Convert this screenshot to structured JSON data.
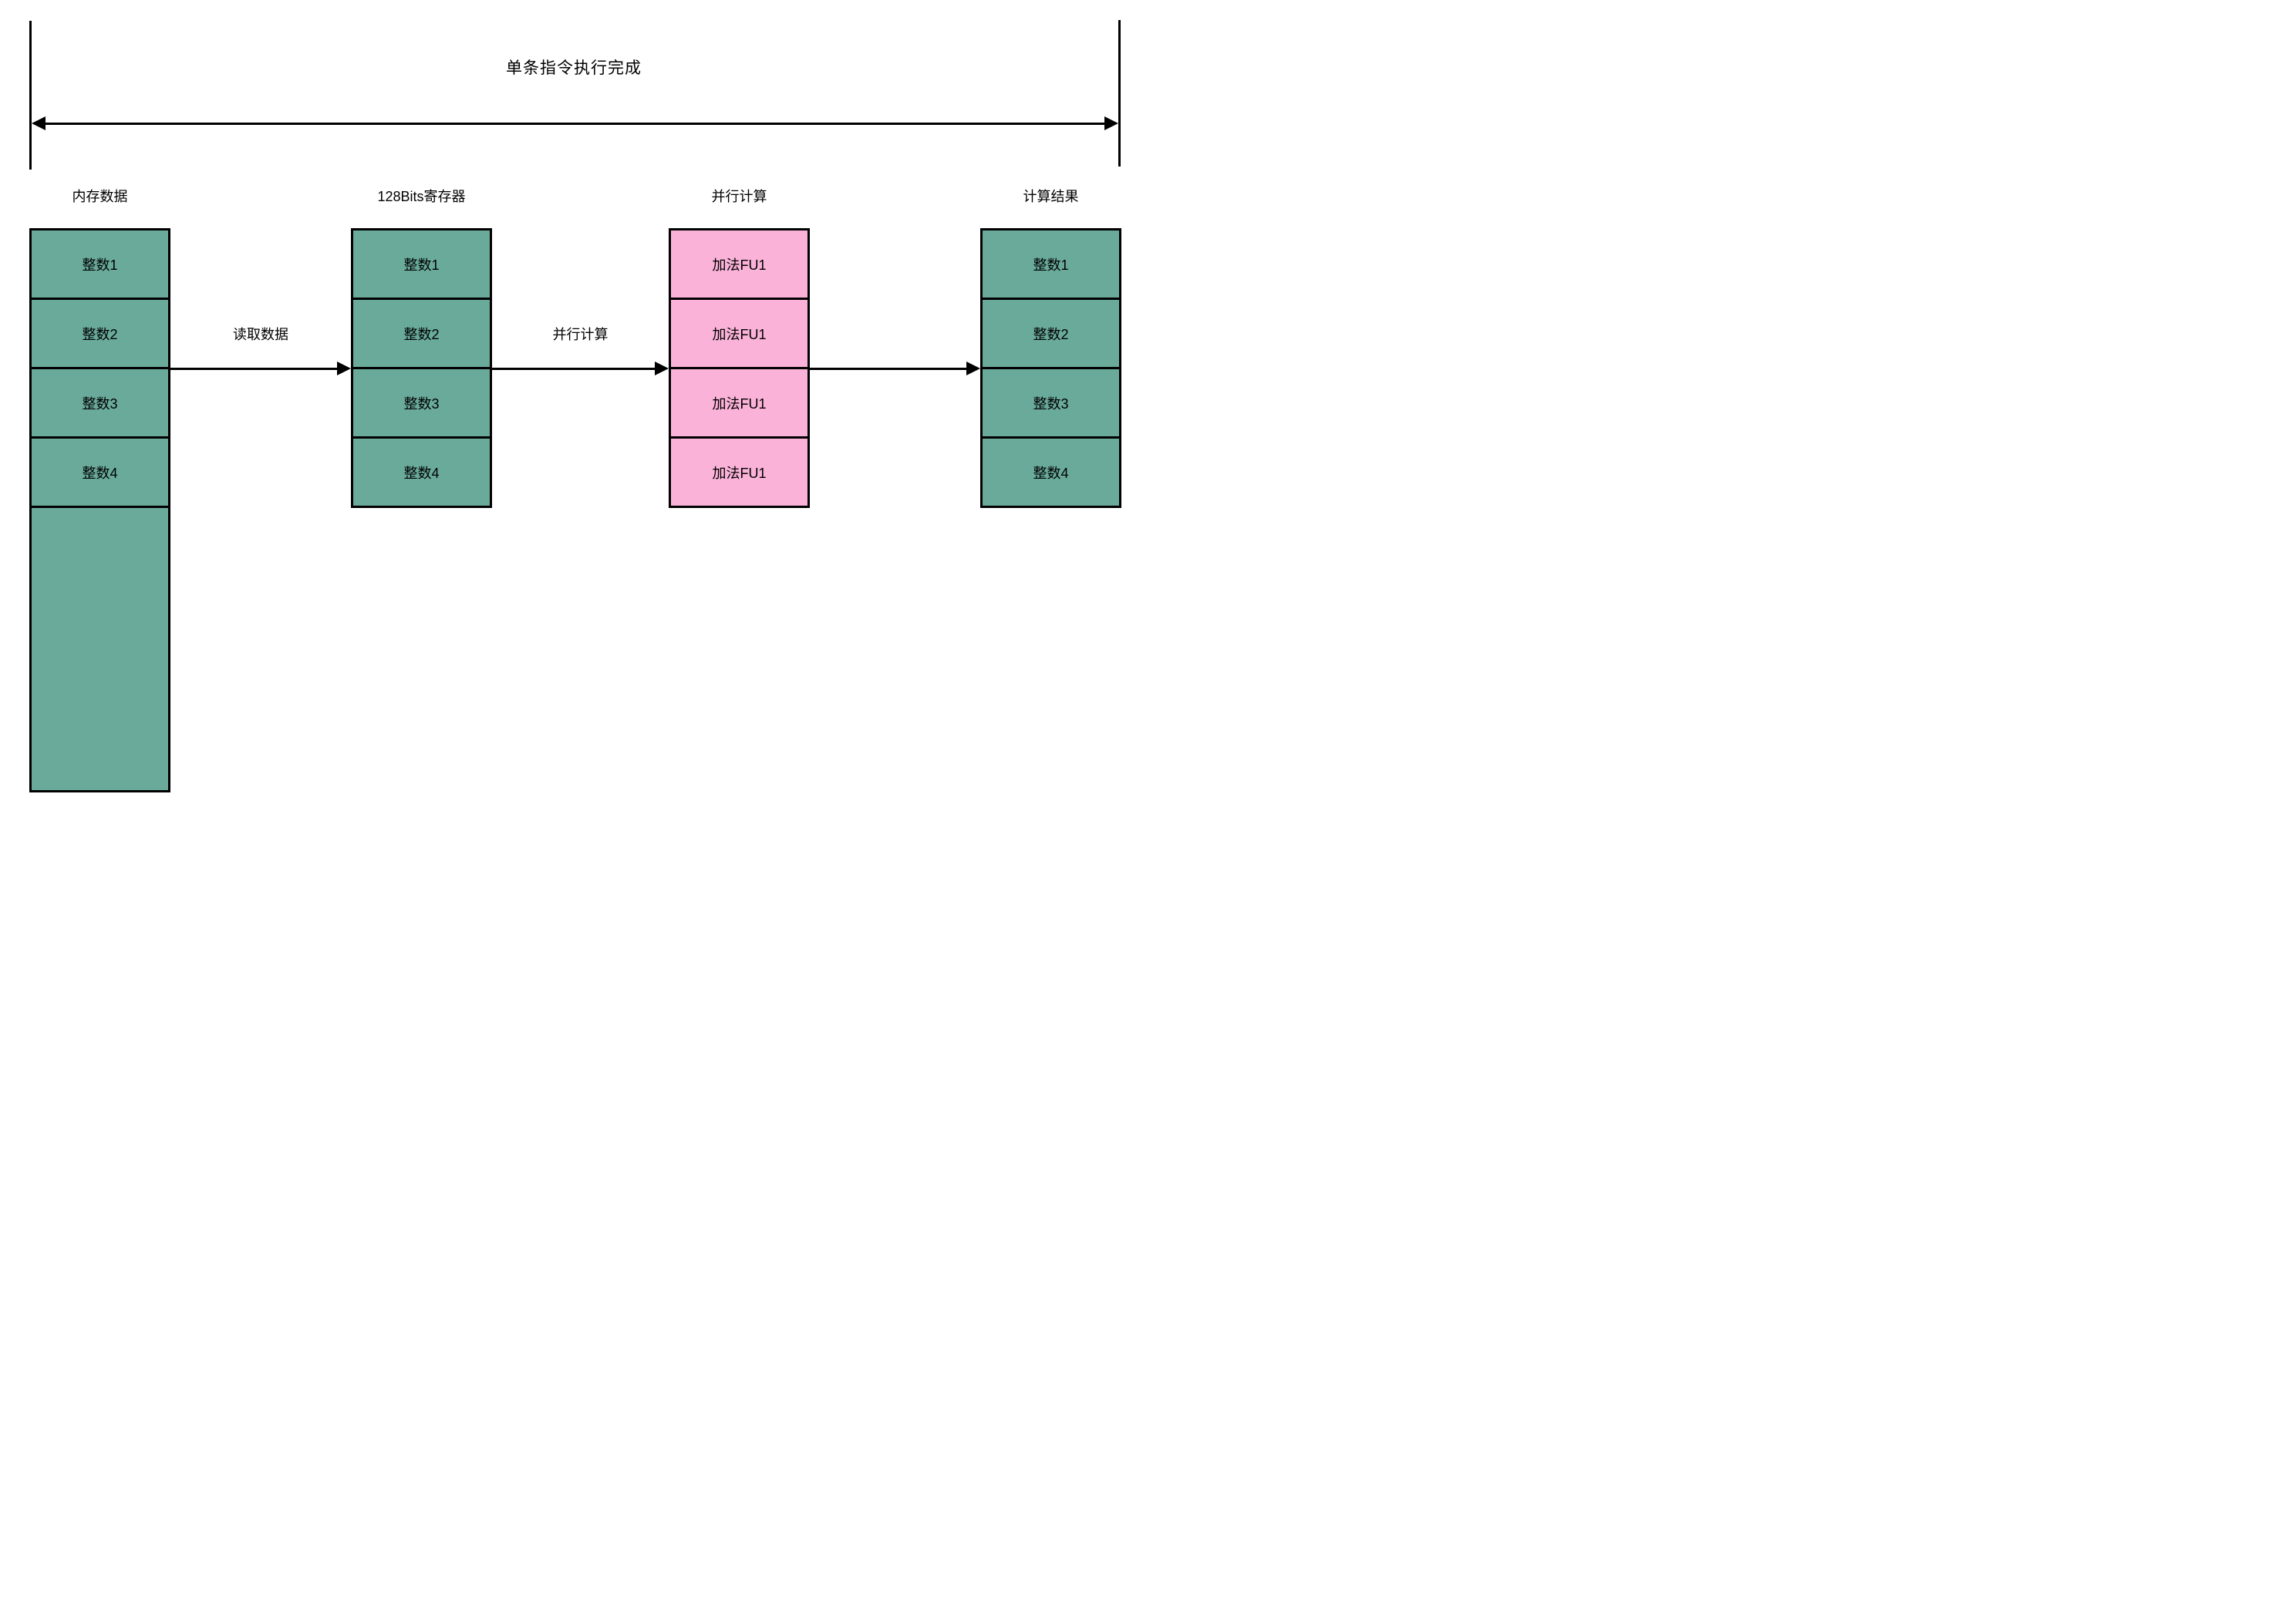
{
  "title": "单条指令执行完成",
  "colors": {
    "teal": "#69AA9B",
    "pink": "#FAB2D8",
    "line": "#000000",
    "background": "#FFFFFF"
  },
  "columns": [
    {
      "header": "内存数据",
      "cells": [
        "整数1",
        "整数2",
        "整数3",
        "整数4"
      ]
    },
    {
      "header": "128Bits寄存器",
      "cells": [
        "整数1",
        "整数2",
        "整数3",
        "整数4"
      ]
    },
    {
      "header": "并行计算",
      "cells": [
        "加法FU1",
        "加法FU1",
        "加法FU1",
        "加法FU1"
      ]
    },
    {
      "header": "计算结果",
      "cells": [
        "整数1",
        "整数2",
        "整数3",
        "整数4"
      ]
    }
  ],
  "arrows": [
    {
      "label": "读取数据"
    },
    {
      "label": "并行计算"
    },
    {
      "label": ""
    }
  ]
}
